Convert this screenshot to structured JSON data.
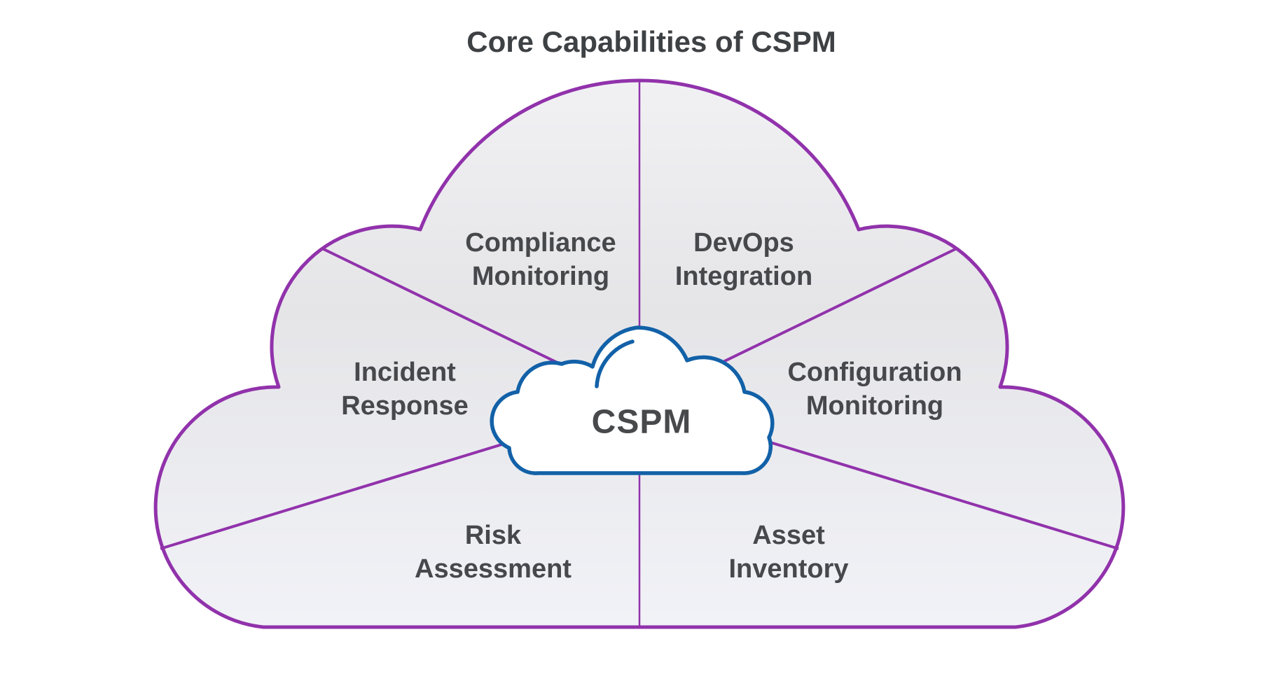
{
  "title": "Core Capabilities of CSPM",
  "center": {
    "label": "CSPM"
  },
  "capabilities": [
    {
      "id": "compliance-monitoring",
      "line1": "Compliance",
      "line2": "Monitoring"
    },
    {
      "id": "devops-integration",
      "line1": "DevOps",
      "line2": "Integration"
    },
    {
      "id": "incident-response",
      "line1": "Incident",
      "line2": "Response"
    },
    {
      "id": "configuration-monitoring",
      "line1": "Configuration",
      "line2": "Monitoring"
    },
    {
      "id": "risk-assessment",
      "line1": "Risk",
      "line2": "Assessment"
    },
    {
      "id": "asset-inventory",
      "line1": "Asset",
      "line2": "Inventory"
    }
  ],
  "colors": {
    "purple": "#9132ab",
    "blue": "#1261a8",
    "cloud_fill_top": "#f1f1f4",
    "cloud_fill_mid": "#e5e5e8",
    "cloud_fill_bottom": "#f1f2f7",
    "text": "#47484b"
  }
}
